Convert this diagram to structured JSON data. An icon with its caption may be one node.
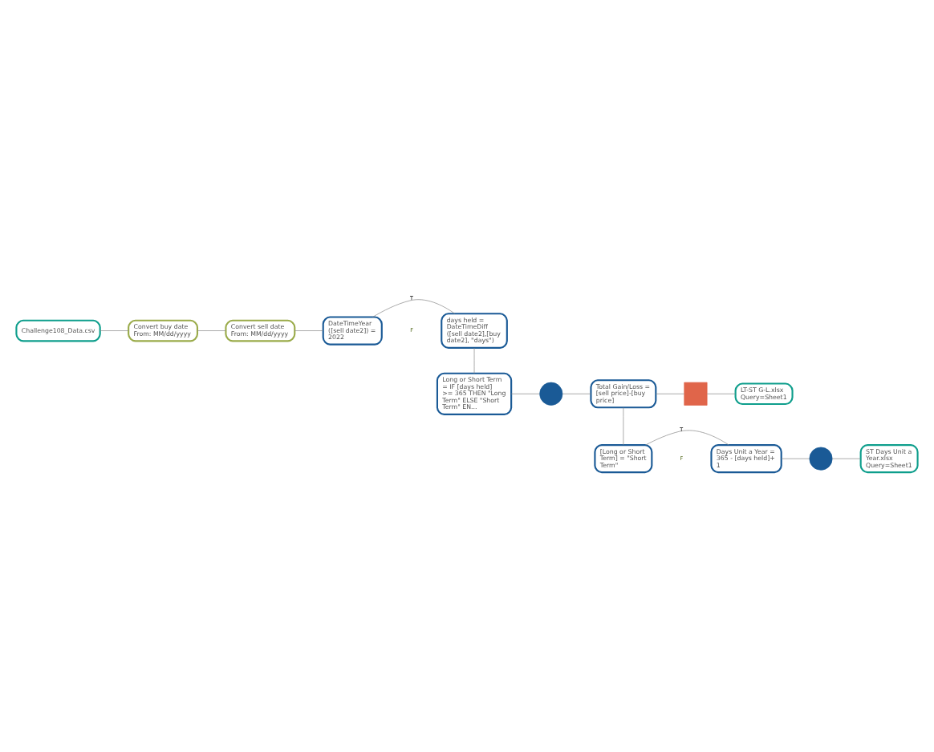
{
  "diagram": {
    "nodes": [
      {
        "text": [
          "Challenge108_Data.csv"
        ]
      },
      {
        "text": [
          "Convert buy date From: MM/dd/yyyy"
        ]
      },
      {
        "text": [
          "Convert sell date From: MM/dd/yyyy"
        ]
      },
      {
        "text": [
          "DateTimeYear ([sell date2]) = 2022"
        ]
      },
      {
        "text": [
          "days held = DateTimeDiff ([sell date2],[buy date2], \"days\")"
        ]
      },
      {
        "text": [
          "Long or Short Term = IF [days held] >= 365 THEN \"Long Term\" ELSE \"Short Term\" EN..."
        ]
      },
      {
        "text": [],
        "shape": "circle"
      },
      {
        "text": [
          "Total Gain/Loss = [sell price]-[buy price]"
        ]
      },
      {
        "text": [],
        "shape": "box"
      },
      {
        "text": [
          "LT-ST G-L.xlsx Query=Sheet1"
        ]
      },
      {
        "text": [
          "[Long or Short Term] = \"Short Term\""
        ]
      },
      {
        "text": [
          "Days Unit a Year = 365 - [days held]+ 1"
        ]
      },
      {
        "text": [],
        "shape": "circle"
      },
      {
        "text": [
          "ST Days Unit a Year.xlsx Query=Sheet1"
        ]
      }
    ],
    "edges": [
      {
        "from": 0,
        "to": 1,
        "arrow": "none"
      },
      {
        "from": 1,
        "to": 2,
        "arrow": "none"
      },
      {
        "from": 2,
        "to": 3,
        "arrow": "none"
      },
      {
        "from": 3,
        "to": 4,
        "arrow": "none",
        "label": "T"
      },
      {
        "from": 4,
        "to": 5,
        "arrow": "none"
      },
      {
        "from": 5,
        "to": 6,
        "arrow": "none"
      },
      {
        "from": 6,
        "to": 7,
        "arrow": "none"
      },
      {
        "from": 7,
        "to": 8,
        "arrow": "none"
      },
      {
        "from": 8,
        "to": 9,
        "arrow": "none"
      },
      {
        "from": 7,
        "to": 10,
        "arrow": "none"
      },
      {
        "from": 10,
        "to": 11,
        "arrow": "none",
        "label": "T"
      },
      {
        "from": 11,
        "to": 12,
        "arrow": "none"
      },
      {
        "from": 12,
        "to": 13,
        "arrow": "none"
      }
    ],
    "labels": [
      "F",
      "F"
    ]
  }
}
